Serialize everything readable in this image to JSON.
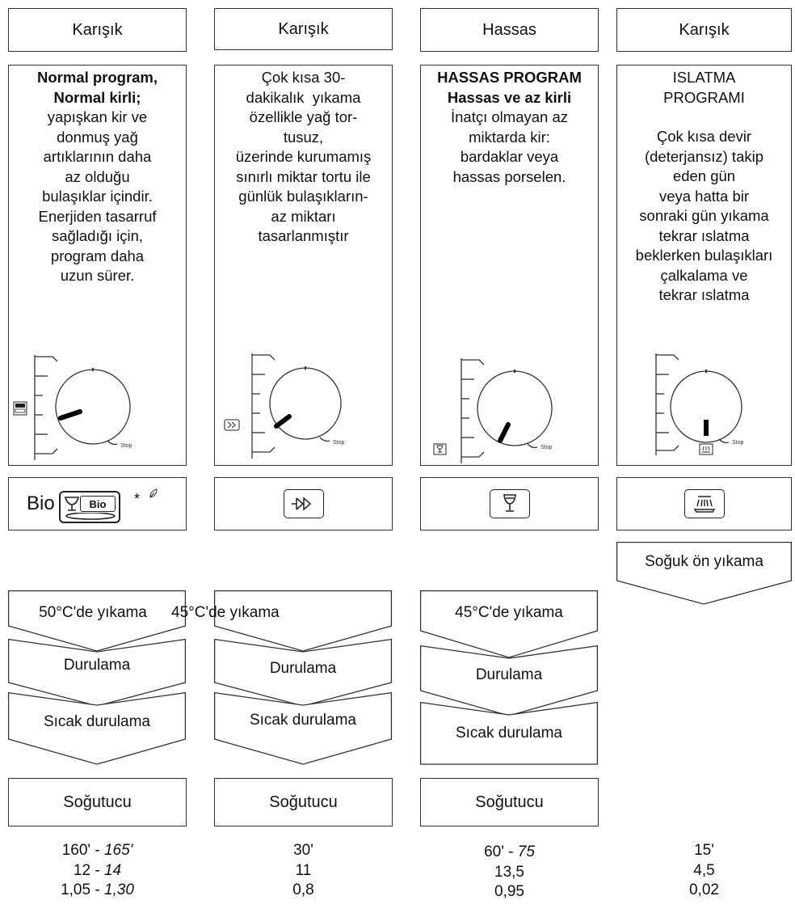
{
  "columns": [
    {
      "header": "Karışık",
      "description_bold": [
        "Normal program,",
        "Normal kirli;"
      ],
      "description": [
        "yapışkan kir ve",
        "donmuş yağ",
        "artıklarının daha",
        "az olduğu",
        "bulaşıklar içindir.",
        "Enerjiden tasarruf",
        "sağladığı için,",
        "program daha",
        "uzun sürer."
      ],
      "dial_icon": "bio-icon",
      "program_icon": "bio-dish-icon",
      "program_icon_word": "Bio",
      "program_icon_inner": "Bio",
      "program_icon_star": "*",
      "program_icon_eco": "eco-leaf-icon",
      "steps": [
        "50°C'de yıkama",
        "Durulama",
        "Sıcak durulama"
      ],
      "final": "Soğutucu",
      "time": "160'",
      "time_alt": "165'",
      "water": "12",
      "water_alt": "14",
      "energy": "1,05",
      "energy_alt": "1,30"
    },
    {
      "header": "Karışık",
      "description": [
        "Çok kısa 30-",
        "dakikalık  yıkama",
        "özellikle yağ tor-",
        "tusuz,",
        "üzerinde kurumamış",
        "sınırlı miktar tortu ile",
        "günlük bulaşıkların-",
        "az miktarı",
        "tasarlanmıştır"
      ],
      "dial_icon": "quick-wash-icon",
      "program_icon": "quick-wash-icon",
      "steps": [
        "45°C'de yıkama",
        "Durulama",
        "Sıcak durulama"
      ],
      "final": "Soğutucu",
      "time": "30'",
      "water": "11",
      "energy": "0,8"
    },
    {
      "header": "Hassas",
      "description_bold": [
        "HASSAS PROGRAM",
        "Hassas ve az kirli"
      ],
      "description": [
        "İnatçı olmayan az",
        "miktarda kir:",
        "bardaklar veya",
        "hassas porselen."
      ],
      "dial_icon": "wine-glass-icon",
      "program_icon": "wine-glass-icon",
      "steps": [
        "45°C'de yıkama",
        "Durulama",
        "Sıcak durulama"
      ],
      "final": "Soğutucu",
      "time": "60'",
      "time_alt": "75",
      "water": "13,5",
      "energy": "0,95"
    },
    {
      "header": "Karışık",
      "description": [
        "ISLATMA",
        "PROGRAMI",
        "",
        "Çok kısa devir",
        "(deterjansız) takip",
        "eden gün",
        "veya hatta bir",
        "sonraki gün yıkama",
        "tekrar ıslatma",
        "beklerken bulaşıkları",
        "çalkalama ve",
        "tekrar ıslatma"
      ],
      "dial_icon": "shower-icon",
      "program_icon": "shower-icon",
      "steps": [
        "Soğuk ön yıkama"
      ],
      "time": "15'",
      "water": "4,5",
      "energy": "0,02"
    }
  ],
  "dial": {
    "off_label": "Stop"
  },
  "colors": {
    "line": "#333333",
    "text": "#111111",
    "needle": "#000000"
  }
}
